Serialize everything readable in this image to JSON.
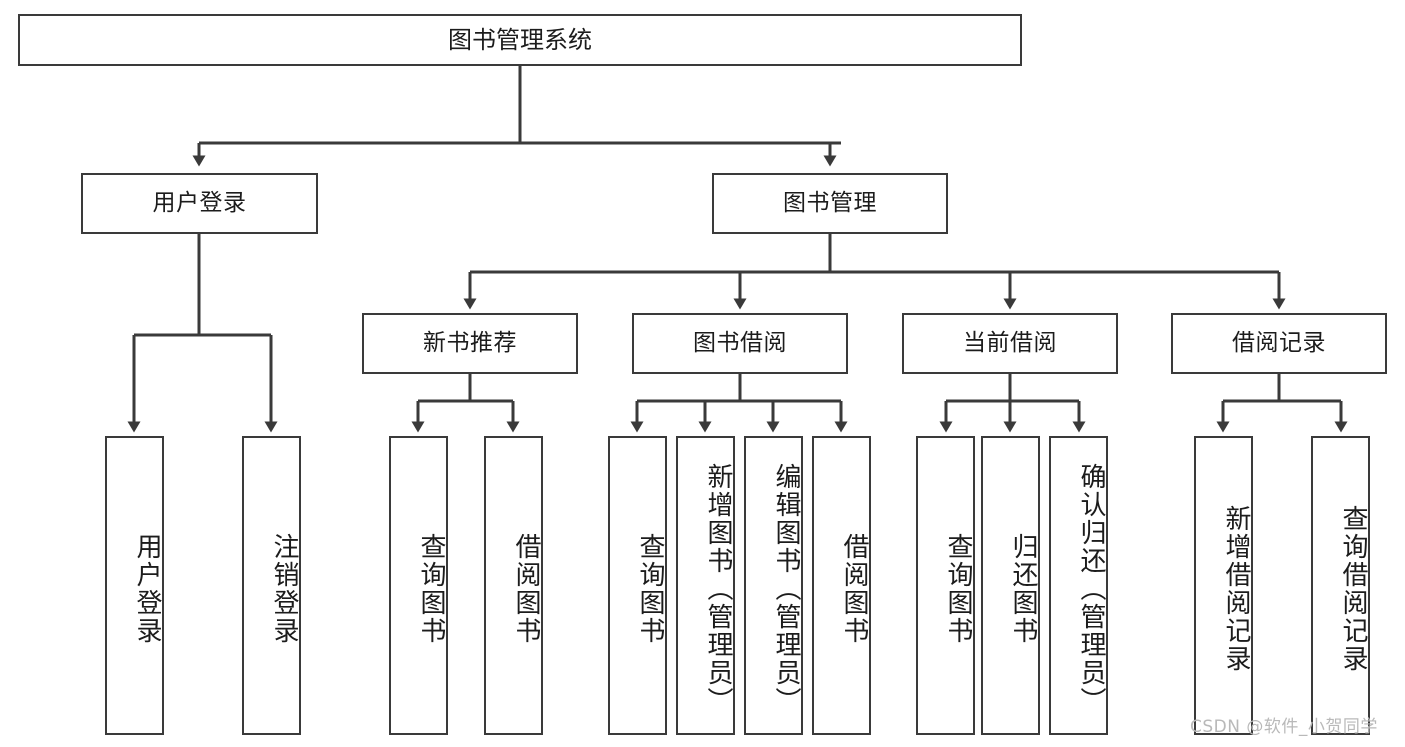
{
  "diagram": {
    "title": "图书管理系统",
    "type": "tree",
    "root": {
      "label": "图书管理系统"
    },
    "level2": [
      {
        "label": "用户登录"
      },
      {
        "label": "图书管理"
      }
    ],
    "level3": [
      {
        "label": "新书推荐"
      },
      {
        "label": "图书借阅"
      },
      {
        "label": "当前借阅"
      },
      {
        "label": "借阅记录"
      }
    ],
    "leaves": {
      "user_login": [
        {
          "label": "用户登录"
        },
        {
          "label": "注销登录"
        }
      ],
      "new_book": [
        {
          "label": "查询图书"
        },
        {
          "label": "借阅图书"
        }
      ],
      "book_borrow": [
        {
          "label": "查询图书"
        },
        {
          "label": "新增图书（管理员）"
        },
        {
          "label": "编辑图书（管理员）"
        },
        {
          "label": "借阅图书"
        }
      ],
      "current_borrow": [
        {
          "label": "查询图书"
        },
        {
          "label": "归还图书"
        },
        {
          "label": "确认归还（管理员）"
        }
      ],
      "borrow_record": [
        {
          "label": "新增借阅记录"
        },
        {
          "label": "查询借阅记录"
        }
      ]
    }
  },
  "watermark": {
    "text": "CSDN @软件_小贺同学"
  },
  "colors": {
    "stroke": "#3a3a3a",
    "text": "#1c1c1c",
    "background": "#ffffff",
    "watermark": "#b9b9b9"
  }
}
